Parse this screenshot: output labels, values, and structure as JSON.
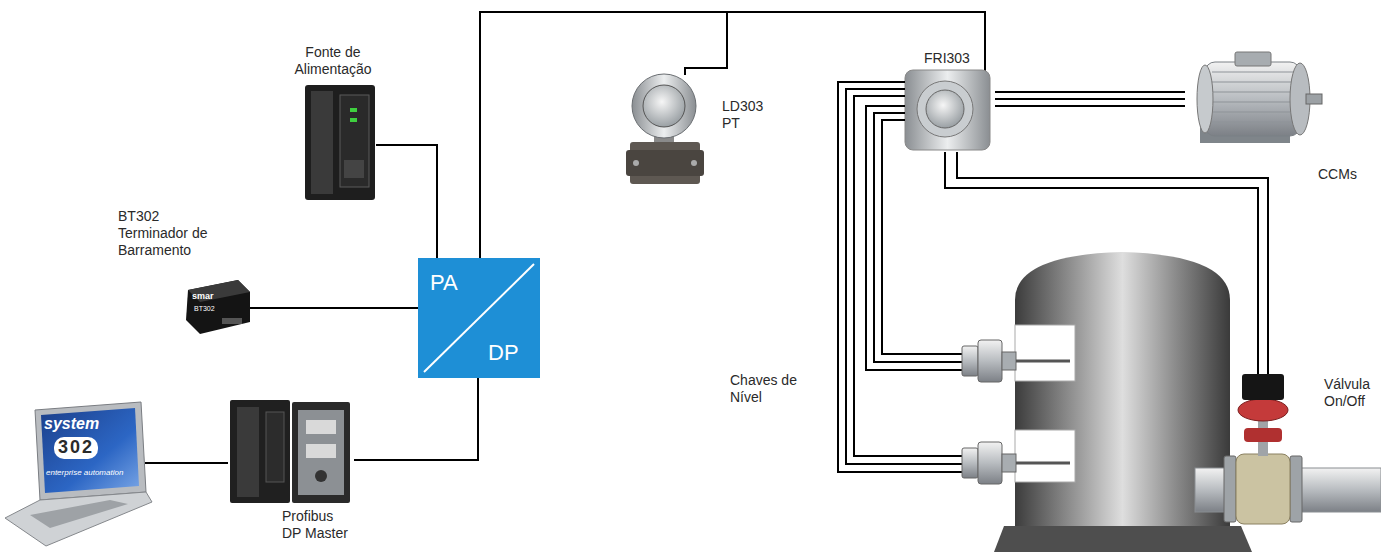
{
  "diagram": {
    "nodes": [
      {
        "text": [
          "Fonte de Alimentação"
        ]
      },
      {
        "text": [
          "BT302 Terminador de Barramento",
          "smar",
          "BT302"
        ]
      },
      {
        "text": [
          "PA",
          "DP"
        ]
      },
      {
        "text": [
          "system",
          "302",
          "enterprise automation"
        ]
      },
      {
        "text": [
          "Profibus DP Master"
        ]
      },
      {
        "text": [
          "LD303 PT"
        ]
      },
      {
        "text": [
          "FRI303"
        ]
      },
      {
        "text": [
          "CCMs"
        ]
      },
      {
        "text": [
          "Válvula On/Off"
        ]
      }
    ],
    "edges": [
      {
        "from": 0,
        "to": 2,
        "arrow": "none"
      },
      {
        "from": 1,
        "to": 2,
        "arrow": "none"
      },
      {
        "from": 3,
        "to": 4,
        "arrow": "none"
      },
      {
        "from": 4,
        "to": 2,
        "arrow": "none"
      },
      {
        "from": 2,
        "to": 5,
        "arrow": "none"
      },
      {
        "from": 2,
        "to": 6,
        "arrow": "none"
      },
      {
        "from": 6,
        "to": 7,
        "arrow": "none"
      },
      {
        "from": 6,
        "to": 8,
        "arrow": "none"
      }
    ],
    "labels": [
      "Chaves de Nível"
    ]
  }
}
